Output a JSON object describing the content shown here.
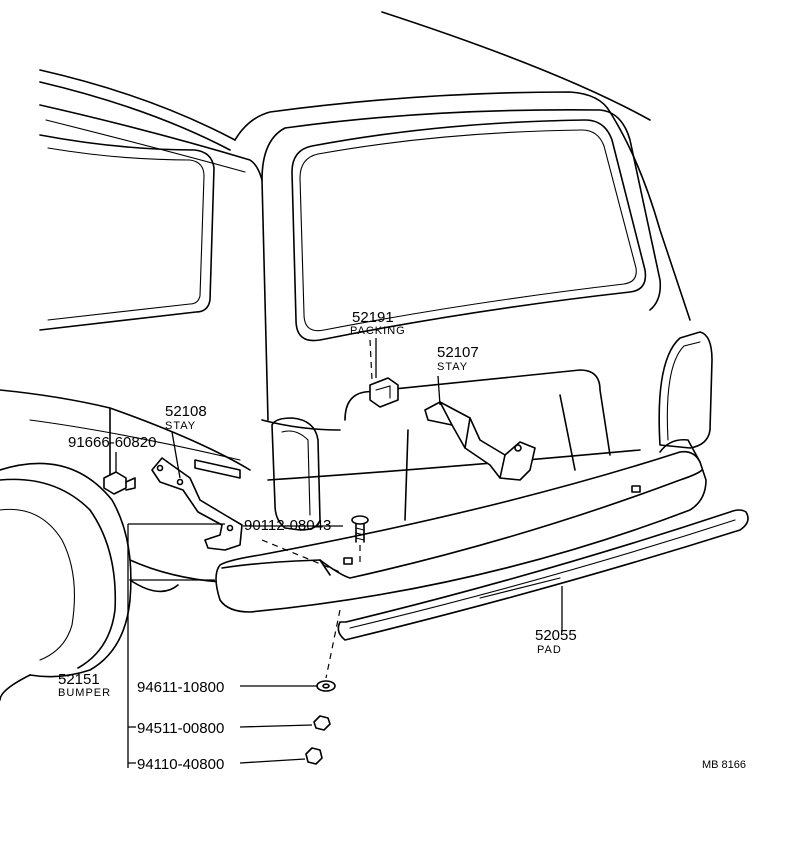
{
  "parts": [
    {
      "id": "p52191",
      "number": "52191",
      "name": "PACKING"
    },
    {
      "id": "p52107",
      "number": "52107",
      "name": "STAY"
    },
    {
      "id": "p52108",
      "number": "52108",
      "name": "STAY"
    },
    {
      "id": "p91666",
      "number": "91666-60820",
      "name": ""
    },
    {
      "id": "p90112",
      "number": "90112-08043",
      "name": ""
    },
    {
      "id": "p52055",
      "number": "52055",
      "name": "PAD"
    },
    {
      "id": "p52151",
      "number": "52151",
      "name": "BUMPER"
    },
    {
      "id": "p94611",
      "number": "94611-10800",
      "name": ""
    },
    {
      "id": "p94511",
      "number": "94511-00800",
      "name": ""
    },
    {
      "id": "p94110",
      "number": "94110-40800",
      "name": ""
    }
  ],
  "reference_code": "MB 8166"
}
